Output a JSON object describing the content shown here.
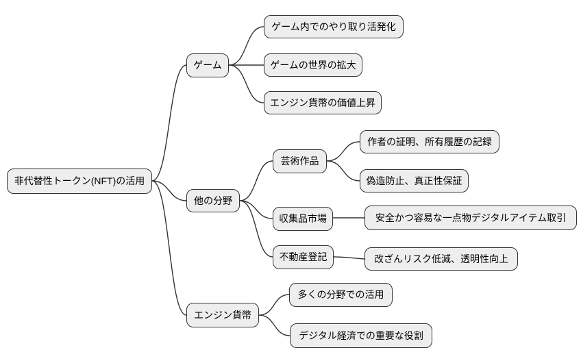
{
  "theme": {
    "background": "#ffffff",
    "node_fill": "#eeeeee",
    "node_border": "#333333",
    "edge_color": "#333333",
    "text_color": "#000000"
  },
  "mindmap": {
    "root": {
      "label": "非代替性トークン(NFT)の活用"
    },
    "branches": [
      {
        "label": "ゲーム",
        "children": [
          {
            "label": "ゲーム内でのやり取り活発化"
          },
          {
            "label": "ゲームの世界の拡大"
          },
          {
            "label": "エンジン貨幣の価値上昇"
          }
        ]
      },
      {
        "label": "他の分野",
        "children": [
          {
            "label": "芸術作品",
            "children": [
              {
                "label": "作者の証明、所有履歴の記録"
              },
              {
                "label": "偽造防止、真正性保証"
              }
            ]
          },
          {
            "label": "収集品市場",
            "children": [
              {
                "label": "安全かつ容易な一点物デジタルアイテム取引"
              }
            ]
          },
          {
            "label": "不動産登記",
            "children": [
              {
                "label": "改ざんリスク低減、透明性向上"
              }
            ]
          }
        ]
      },
      {
        "label": "エンジン貨幣",
        "children": [
          {
            "label": "多くの分野での活用"
          },
          {
            "label": "デジタル経済での重要な役割"
          }
        ]
      }
    ]
  }
}
